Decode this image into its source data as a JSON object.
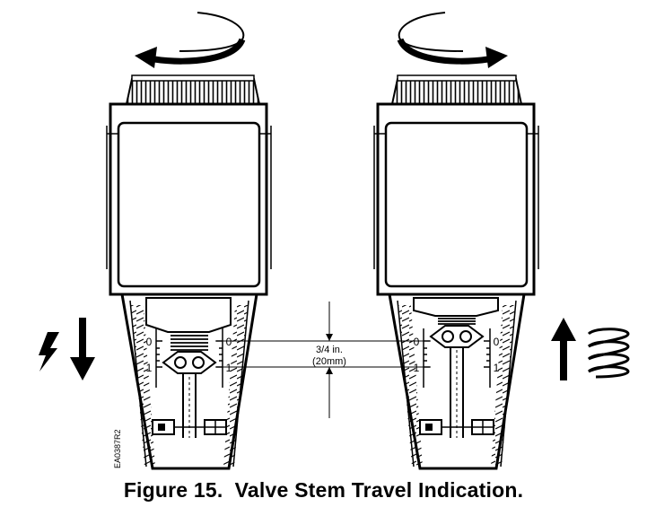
{
  "figure": {
    "caption": "Figure 15.  Valve Stem Travel Indication.",
    "code": "EA0387R2",
    "dimension": {
      "line1": "3/4 in.",
      "line2": "(20mm)"
    },
    "scale_labels": {
      "zero": "0",
      "one": "1"
    },
    "left_actuator": {
      "knob_rotation": "counterclockwise",
      "stem_direction": "down",
      "power_source": "electric"
    },
    "right_actuator": {
      "knob_rotation": "clockwise",
      "stem_direction": "up",
      "power_source": "spring"
    },
    "icons": [
      "lightning-bolt-icon",
      "arrow-down-icon",
      "arrow-up-icon",
      "spring-icon",
      "rotation-arrow-icon"
    ]
  }
}
